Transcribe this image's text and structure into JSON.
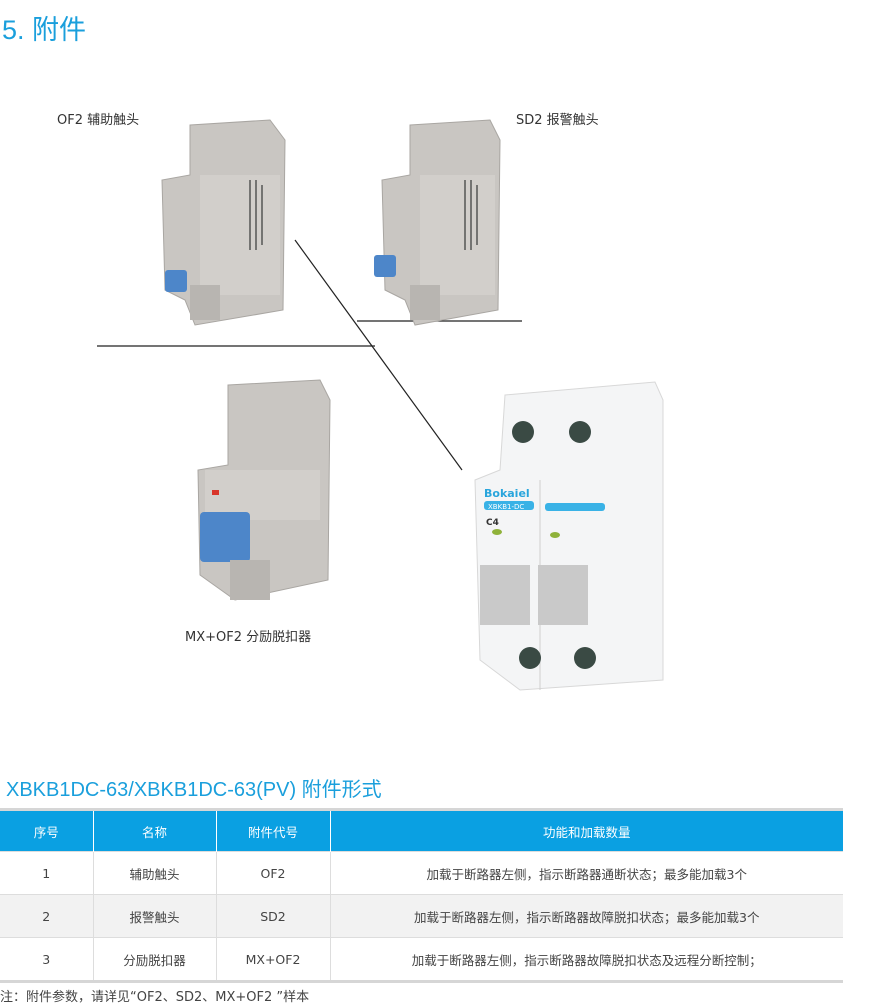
{
  "section_title": "5. 附件",
  "accessories": {
    "of2_label": "OF2 辅助触头",
    "sd2_label": "SD2 报警触头",
    "mx_label": "MX+OF2 分励脱扣器"
  },
  "breaker": {
    "brand": "Bokaiel",
    "model": "XBKB1-DC",
    "rating": "C4"
  },
  "table": {
    "title": "XBKB1DC-63/XBKB1DC-63(PV) 附件形式",
    "headers": [
      "序号",
      "名称",
      "附件代号",
      "功能和加载数量"
    ],
    "rows": [
      [
        "1",
        "辅助触头",
        "OF2",
        "加载于断路器左侧，指示断路器通断状态；最多能加载3个"
      ],
      [
        "2",
        "报警触头",
        "SD2",
        "加载于断路器左侧，指示断路器故障脱扣状态；最多能加载3个"
      ],
      [
        "3",
        "分励脱扣器",
        "MX+OF2",
        "加载于断路器左侧，指示断路器故障脱扣状态及远程分断控制；"
      ]
    ],
    "header_color": "#0aa0e2"
  },
  "note": "注：附件参数，请详见“OF2、SD2、MX+OF2 ”样本"
}
